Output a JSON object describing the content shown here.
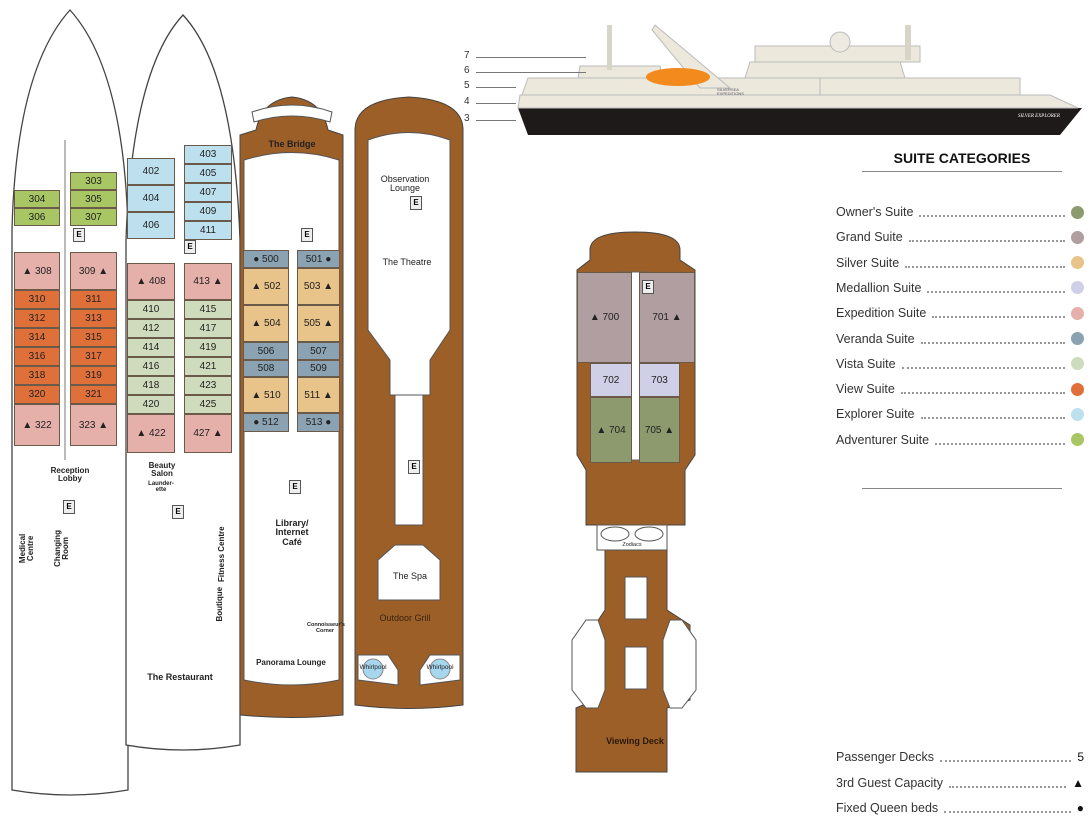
{
  "legend": {
    "title": "SUITE CATEGORIES",
    "categories": [
      {
        "key": "owners",
        "label": "Owner's Suite",
        "color": "#8c9a6e"
      },
      {
        "key": "grand",
        "label": "Grand Suite",
        "color": "#b09ea0"
      },
      {
        "key": "silver",
        "label": "Silver Suite",
        "color": "#e8c38a"
      },
      {
        "key": "medallion",
        "label": "Medallion Suite",
        "color": "#cfcfe8"
      },
      {
        "key": "expedition",
        "label": "Expedition Suite",
        "color": "#e5b0aa"
      },
      {
        "key": "veranda",
        "label": "Veranda Suite",
        "color": "#8aa2b2"
      },
      {
        "key": "vista",
        "label": "Vista Suite",
        "color": "#cfdbbd"
      },
      {
        "key": "view",
        "label": "View Suite",
        "color": "#e0703a"
      },
      {
        "key": "explorer",
        "label": "Explorer Suite",
        "color": "#bde0ee"
      },
      {
        "key": "adventurer",
        "label": "Adventurer Suite",
        "color": "#a9c664"
      }
    ],
    "facts": [
      {
        "label": "Passenger Decks",
        "value": "5"
      },
      {
        "label": "3rd Guest Capacity",
        "value": "▲"
      },
      {
        "label": "Fixed Queen beds",
        "value": "●"
      }
    ]
  },
  "profile": {
    "deck_numbers": [
      "7",
      "6",
      "5",
      "4",
      "3"
    ],
    "ship_name": "SILVER EXPLORER",
    "brand": "SILVERSEA EXPEDITIONS"
  },
  "colors": {
    "deck_wood": "#9c5f28",
    "outline": "#555555"
  },
  "decks": {
    "d3": {
      "labels": {
        "reception": "Reception Lobby",
        "medical": "Medical Centre",
        "changing": "Changing Room",
        "elevator": "E"
      },
      "cabins": [
        {
          "no": "303",
          "cat": "adventurer"
        },
        {
          "no": "304",
          "cat": "adventurer"
        },
        {
          "no": "305",
          "cat": "adventurer"
        },
        {
          "no": "306",
          "cat": "adventurer"
        },
        {
          "no": "307",
          "cat": "adventurer"
        },
        {
          "no": "308",
          "cat": "expedition",
          "mark": "▲"
        },
        {
          "no": "309",
          "cat": "expedition",
          "mark": "▲"
        },
        {
          "no": "310",
          "cat": "view"
        },
        {
          "no": "311",
          "cat": "view"
        },
        {
          "no": "312",
          "cat": "view"
        },
        {
          "no": "313",
          "cat": "view"
        },
        {
          "no": "314",
          "cat": "view"
        },
        {
          "no": "315",
          "cat": "view"
        },
        {
          "no": "316",
          "cat": "view"
        },
        {
          "no": "317",
          "cat": "view"
        },
        {
          "no": "318",
          "cat": "view"
        },
        {
          "no": "319",
          "cat": "view"
        },
        {
          "no": "320",
          "cat": "view"
        },
        {
          "no": "321",
          "cat": "view"
        },
        {
          "no": "322",
          "cat": "expedition",
          "mark": "▲"
        },
        {
          "no": "323",
          "cat": "expedition",
          "mark": "▲"
        }
      ]
    },
    "d4": {
      "labels": {
        "beauty": "Beauty Salon",
        "launderette": "Launder-ette",
        "fitness": "Fitness Centre",
        "boutique": "Boutique",
        "restaurant": "The Restaurant",
        "elevator": "E"
      },
      "cabins": [
        {
          "no": "402",
          "cat": "explorer"
        },
        {
          "no": "403",
          "cat": "explorer"
        },
        {
          "no": "404",
          "cat": "explorer"
        },
        {
          "no": "405",
          "cat": "explorer"
        },
        {
          "no": "406",
          "cat": "explorer"
        },
        {
          "no": "407",
          "cat": "explorer"
        },
        {
          "no": "409",
          "cat": "explorer"
        },
        {
          "no": "411",
          "cat": "explorer"
        },
        {
          "no": "408",
          "cat": "expedition",
          "mark": "▲"
        },
        {
          "no": "413",
          "cat": "expedition",
          "mark": "▲"
        },
        {
          "no": "410",
          "cat": "vista"
        },
        {
          "no": "415",
          "cat": "vista"
        },
        {
          "no": "412",
          "cat": "vista"
        },
        {
          "no": "417",
          "cat": "vista"
        },
        {
          "no": "414",
          "cat": "vista"
        },
        {
          "no": "419",
          "cat": "vista"
        },
        {
          "no": "416",
          "cat": "vista"
        },
        {
          "no": "421",
          "cat": "vista"
        },
        {
          "no": "418",
          "cat": "vista"
        },
        {
          "no": "423",
          "cat": "vista"
        },
        {
          "no": "420",
          "cat": "vista"
        },
        {
          "no": "425",
          "cat": "vista"
        },
        {
          "no": "422",
          "cat": "expedition",
          "mark": "▲"
        },
        {
          "no": "427",
          "cat": "expedition",
          "mark": "▲"
        }
      ]
    },
    "d5": {
      "labels": {
        "bridge": "The Bridge",
        "library": "Library/ Internet Café",
        "connoisseur": "Connoisseur's Corner",
        "panorama": "Panorama Lounge",
        "elevator": "E"
      },
      "cabins": [
        {
          "no": "500",
          "cat": "veranda",
          "mark": "●"
        },
        {
          "no": "501",
          "cat": "veranda",
          "mark": "●"
        },
        {
          "no": "502",
          "cat": "silver",
          "mark": "▲"
        },
        {
          "no": "503",
          "cat": "silver",
          "mark": "▲"
        },
        {
          "no": "504",
          "cat": "silver",
          "mark": "▲"
        },
        {
          "no": "505",
          "cat": "silver",
          "mark": "▲"
        },
        {
          "no": "506",
          "cat": "veranda"
        },
        {
          "no": "507",
          "cat": "veranda"
        },
        {
          "no": "508",
          "cat": "veranda"
        },
        {
          "no": "509",
          "cat": "veranda"
        },
        {
          "no": "510",
          "cat": "silver",
          "mark": "▲"
        },
        {
          "no": "511",
          "cat": "silver",
          "mark": "▲"
        },
        {
          "no": "512",
          "cat": "veranda",
          "mark": "●"
        },
        {
          "no": "513",
          "cat": "veranda",
          "mark": "●"
        }
      ]
    },
    "d6": {
      "labels": {
        "observation": "Observation Lounge",
        "theatre": "The Theatre",
        "spa": "The Spa",
        "grill": "Outdoor Grill",
        "whirlpool_left": "Whirlpool",
        "whirlpool_right": "Whirlpool",
        "elevator": "E"
      }
    },
    "d7": {
      "labels": {
        "zodiacs": "Zodiacs",
        "viewing": "Viewing Deck",
        "elevator": "E"
      },
      "cabins": [
        {
          "no": "700",
          "cat": "grand",
          "mark": "▲"
        },
        {
          "no": "701",
          "cat": "grand",
          "mark": "▲"
        },
        {
          "no": "702",
          "cat": "medallion"
        },
        {
          "no": "703",
          "cat": "medallion"
        },
        {
          "no": "704",
          "cat": "owners",
          "mark": "▲"
        },
        {
          "no": "705",
          "cat": "owners",
          "mark": "▲"
        }
      ]
    }
  }
}
